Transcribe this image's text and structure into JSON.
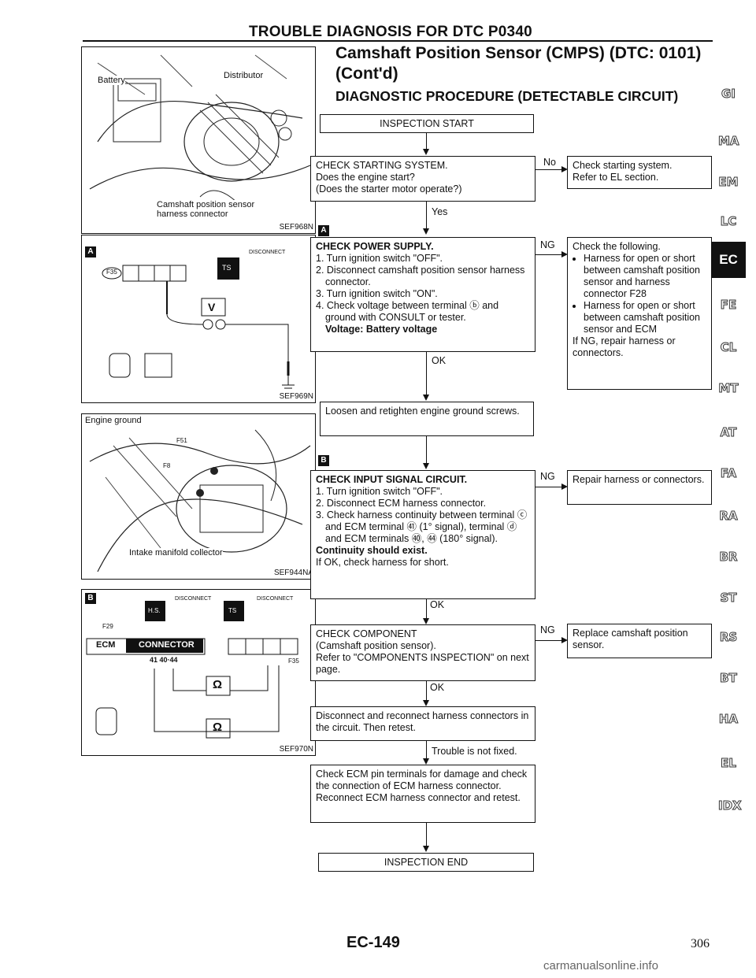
{
  "header": {
    "section_title": "TROUBLE DIAGNOSIS FOR DTC P0340",
    "title_line1": "Camshaft Position Sensor (CMPS) (DTC: 0101)",
    "title_line2": "(Cont'd)",
    "subtitle": "DIAGNOSTIC PROCEDURE (DETECTABLE CIRCUIT)"
  },
  "figures": {
    "fig1": {
      "code": "SEF968N",
      "battery": "Battery",
      "distributor": "Distributor",
      "sensor": "Camshaft position sensor",
      "connector": "harness connector"
    },
    "fig2": {
      "code": "SEF969N",
      "step": "A",
      "disconnect": "DISCONNECT",
      "ts": "TS",
      "v": "V",
      "conn": "F35"
    },
    "fig3": {
      "code": "SEF944NA",
      "engine_ground": "Engine ground",
      "f51": "F51",
      "f8": "F8",
      "intake": "Intake manifold collector"
    },
    "fig4": {
      "code": "SEF970N",
      "step": "B",
      "disconnect1": "DISCONNECT",
      "disconnect2": "DISCONNECT",
      "hs": "H.S.",
      "ts": "TS",
      "ecm": "ECM",
      "connector": "CONNECTOR",
      "pins": "41  40·44",
      "ohm": "Ω",
      "f29": "F29",
      "f35": "F35"
    }
  },
  "flow": {
    "start": "INSPECTION START",
    "check1": {
      "l1": "CHECK STARTING SYSTEM.",
      "l2": "Does the engine start?",
      "l3": "(Does the starter motor operate?)"
    },
    "no_label": "No",
    "check1_no": {
      "l1": "Check starting system.",
      "l2": "Refer to EL section."
    },
    "yes_label": "Yes",
    "stepA": "A",
    "check2": {
      "title": "CHECK POWER SUPPLY.",
      "s1": "1. Turn ignition switch \"OFF\".",
      "s2": "2. Disconnect camshaft position sensor harness connector.",
      "s3": "3. Turn ignition switch \"ON\".",
      "s4": "4. Check voltage between terminal ⓑ and ground with CONSULT or tester.",
      "voltage": "Voltage: Battery voltage"
    },
    "ng_label": "NG",
    "check2_ng": {
      "l1": "Check the following.",
      "b1": "Harness for open or short between camshaft position sensor and harness connector F28",
      "b2": "Harness for open or short between camshaft position sensor and ECM",
      "l2": "If NG, repair harness or connectors."
    },
    "ok_label": "OK",
    "loosen": "Loosen and retighten engine ground screws.",
    "stepB": "B",
    "check3": {
      "title": "CHECK INPUT SIGNAL CIRCUIT.",
      "s1": "1. Turn ignition switch \"OFF\".",
      "s2": "2. Disconnect ECM harness connector.",
      "s3": "3. Check harness continuity between terminal ⓒ and ECM terminal ㊶ (1° signal), terminal ⓓ and ECM terminals ㊵, ㊹ (180° signal).",
      "cont": "Continuity should exist.",
      "l2": "If OK, check harness for short."
    },
    "check3_ng": "Repair harness or connectors.",
    "check4": {
      "l1": "CHECK COMPONENT",
      "l2": "(Camshaft position sensor).",
      "l3": "Refer to \"COMPONENTS INSPECTION\" on next page."
    },
    "check4_ng": "Replace camshaft position sensor.",
    "disconnect": "Disconnect and reconnect harness connectors in the circuit. Then retest.",
    "not_fixed": "Trouble is not fixed.",
    "check_pins": "Check ECM pin terminals for damage and check the connection of ECM harness connector. Reconnect ECM harness connector and retest.",
    "end": "INSPECTION END"
  },
  "side_tabs": [
    "GI",
    "MA",
    "EM",
    "LC",
    "EC",
    "FE",
    "CL",
    "MT",
    "AT",
    "FA",
    "RA",
    "BR",
    "ST",
    "RS",
    "BT",
    "HA",
    "EL",
    "IDX"
  ],
  "footer": {
    "page_code": "EC-149",
    "page_num": "306",
    "watermark": "carmanualsonline.info"
  }
}
